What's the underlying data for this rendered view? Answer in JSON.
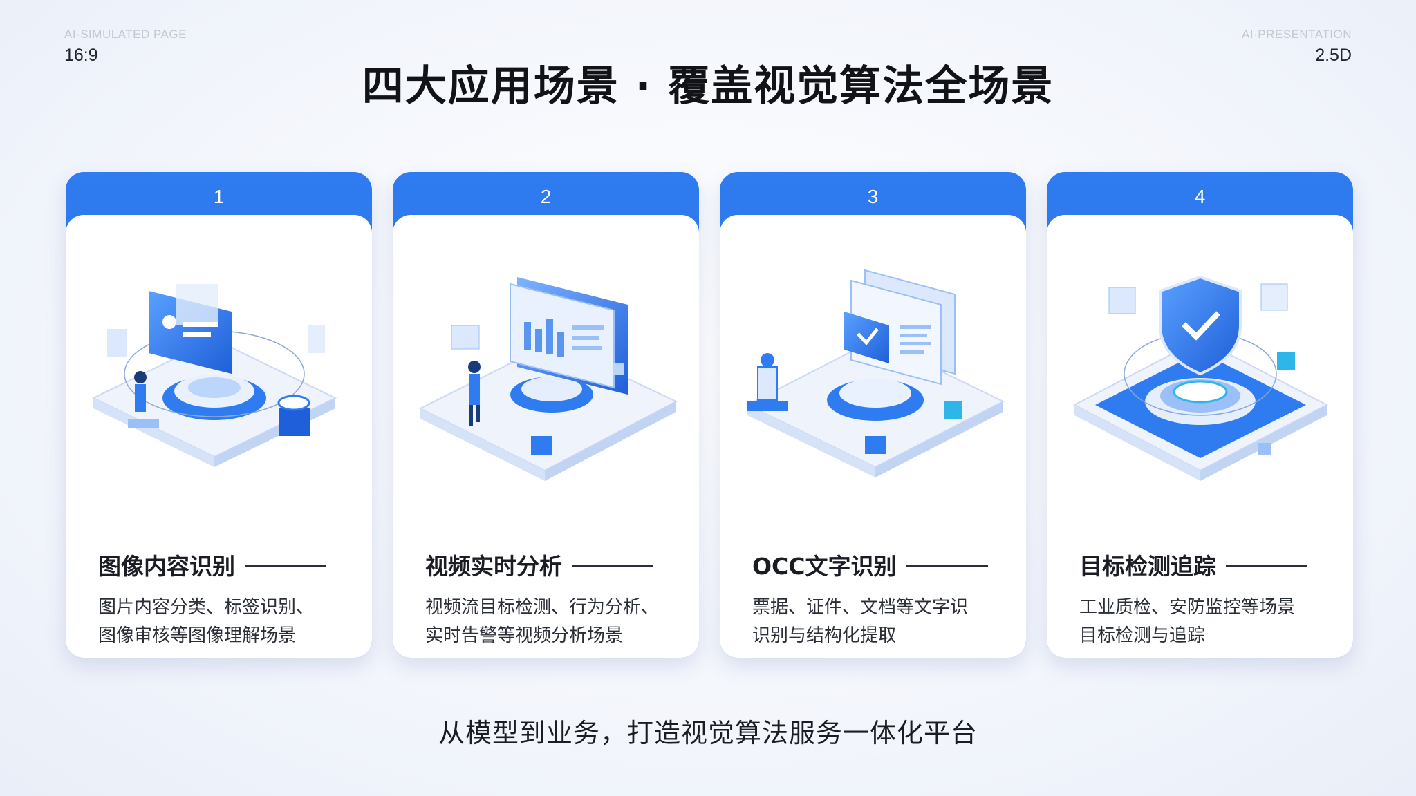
{
  "header": {
    "left_faint": "AI·SIMULATED PAGE",
    "left_tag": "16:9",
    "right_faint": "AI·PRESENTATION",
    "right_tag": "2.5D",
    "title": "四大应用场景 · 覆盖视觉算法全场景"
  },
  "cards": [
    {
      "number": "1",
      "title": "图像内容识别",
      "desc": [
        "图片内容分类、标签识别、",
        "图像审核等图像理解场景"
      ],
      "icon": "image-recognition-illustration"
    },
    {
      "number": "2",
      "title": "视频实时分析",
      "desc": [
        "视频流目标检测、行为分析、",
        "实时告警等视频分析场景"
      ],
      "icon": "video-analysis-illustration"
    },
    {
      "number": "3",
      "title": "OCC文字识别",
      "desc": [
        "票据、证件、文档等文字识",
        "识别与结构化提取"
      ],
      "icon": "ocr-illustration"
    },
    {
      "number": "4",
      "title": "目标检测追踪",
      "desc": [
        "工业质检、安防监控等场景",
        "目标检测与追踪"
      ],
      "icon": "shield-detection-illustration"
    }
  ],
  "footer": "从模型到业务，打造视觉算法服务一体化平台",
  "colors": {
    "accent": "#2f7cf0",
    "accent_dark": "#1f5fd9",
    "light": "#dbe8fd"
  }
}
